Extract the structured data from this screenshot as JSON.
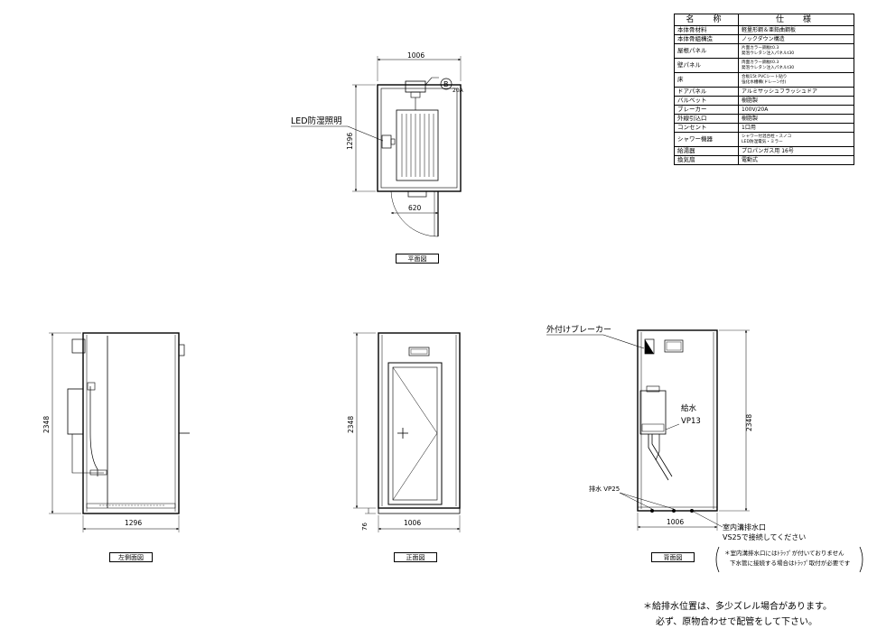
{
  "spec_table": {
    "header": [
      "名　称",
      "仕　様"
    ],
    "rows": [
      {
        "name": "本体骨材料",
        "value": [
          "軽量形鋼＆亜鉛曲鋼板"
        ]
      },
      {
        "name": "本体骨組構造",
        "value": [
          "ノックダウン構造"
        ]
      },
      {
        "name": "屋根パネル",
        "value": [
          "片面カラー鋼板t0.3",
          "発泡ウレタン注入パネルt30"
        ]
      },
      {
        "name": "壁パネル",
        "value": [
          "両面カラー鋼板t0.3",
          "発泡ウレタン注入パネルt30"
        ]
      },
      {
        "name": "床",
        "value": [
          "合板15t PVCシート貼り",
          "強化水槽構(ドレーン付)"
        ]
      },
      {
        "name": "ドアパネル",
        "value": [
          "アルミサッシュフラッシュドア"
        ]
      },
      {
        "name": "バルベット",
        "value": [
          "樹脂製"
        ]
      },
      {
        "name": "ブレーカー",
        "value": [
          "100V/20A"
        ]
      },
      {
        "name": "外線引込口",
        "value": [
          "樹脂製"
        ]
      },
      {
        "name": "コンセント",
        "value": [
          "1口用"
        ]
      },
      {
        "name": "シャワー機器",
        "value": [
          "シャワー付混合栓・スノコ",
          "LED防湿電気・ミラー"
        ]
      },
      {
        "name": "給湯器",
        "value": [
          "プロパンガス用 16号"
        ]
      },
      {
        "name": "換気扇",
        "value": [
          "電動式"
        ]
      }
    ]
  },
  "plan": {
    "title": "平面図",
    "width_dim": "1006",
    "depth_dim": "1296",
    "door_dim": "620",
    "breaker_mark": "B",
    "breaker_rating": "20A",
    "led_label": "LED防湿照明"
  },
  "left_view": {
    "title": "左側面図",
    "height_dim": "2348",
    "width_dim": "1296"
  },
  "front_view": {
    "title": "正面図",
    "height_dim": "2348",
    "width_dim": "1006",
    "base_dim": "76"
  },
  "back_view": {
    "title": "背面図",
    "height_dim": "2348",
    "width_dim": "1006",
    "breaker_label": "外付けブレーカー",
    "supply_label": "給水",
    "supply_pipe": "VP13",
    "drain_label": "排水 VP25",
    "indoor_drain_1": "室内溝排水口",
    "indoor_drain_2": "VS25で接続してください"
  },
  "bracket_note": {
    "line1": "＊室内溝排水口にはﾄﾗｯﾌﾟが付いておりません",
    "line2": "下水管に接続する場合はﾄﾗｯﾌﾟ取付が必要です"
  },
  "footer_note": {
    "line1": "＊給排水位置は、多少ズレル場合があります。",
    "line2": "必ず、原物合わせで配管をして下さい。"
  }
}
